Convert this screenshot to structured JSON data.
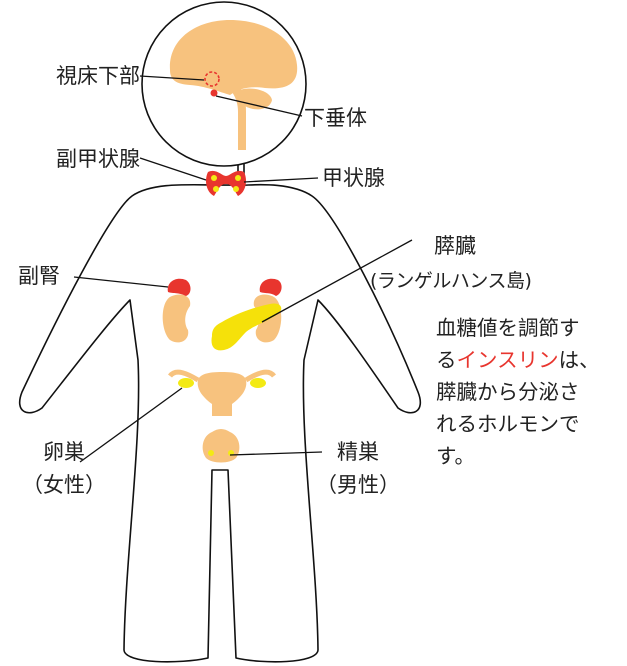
{
  "labels": {
    "hypothalamus": "視床下部",
    "pituitary": "下垂体",
    "parathyroid": "副甲状腺",
    "thyroid": "甲状腺",
    "adrenal": "副腎",
    "pancreas": "膵臓",
    "pancreas_sub": "(ランゲルハンス島)",
    "ovary": "卵巣",
    "ovary_sub": "（女性）",
    "testis": "精巣",
    "testis_sub": "（男性）"
  },
  "note": {
    "line1": "血糖値を調節す",
    "line2_pre": "る",
    "line2_highlight": "インスリン",
    "line2_post": "は、",
    "line3": "膵臓から分泌さ",
    "line4": "れるホルモンで",
    "line5": "す。"
  },
  "colors": {
    "outline": "#111111",
    "organ": "#f7c27e",
    "gland_red": "#e8352e",
    "pancreas": "#f5e10a",
    "gonad_dot": "#f3ea14",
    "highlight": "#e8352e"
  }
}
